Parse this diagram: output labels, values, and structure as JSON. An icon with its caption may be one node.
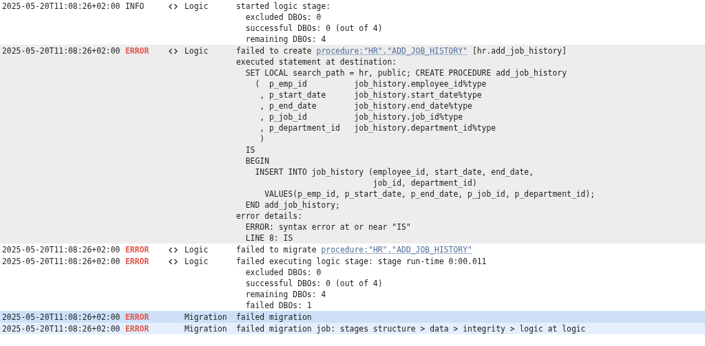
{
  "diagram": {
    "nodes": [
      {
        "text": [
          "2025-05-20T11:08:26+02:00",
          "INFO",
          "Logic",
          "started logic stage:",
          "  excluded DBOs: 0",
          "  successful DBOs: 0 (out of 4)",
          "  remaining DBOs: 4"
        ]
      },
      {
        "text": [
          "2025-05-20T11:08:26+02:00",
          "ERROR",
          "Logic",
          "failed to create ",
          "procedure:\"HR\".\"ADD_JOB_HISTORY\"",
          " [hr.add_job_history]",
          "executed statement at destination:",
          "  SET LOCAL search_path = hr, public; CREATE PROCEDURE add_job_history",
          "    (  p_emp_id          job_history.employee_id%type",
          "     , p_start_date      job_history.start_date%type",
          "     , p_end_date        job_history.end_date%type",
          "     , p_job_id          job_history.job_id%type",
          "     , p_department_id   job_history.department_id%type",
          "     )",
          "  IS",
          "  BEGIN",
          "    INSERT INTO job_history (employee_id, start_date, end_date,",
          "                             job_id, department_id)",
          "      VALUES(p_emp_id, p_start_date, p_end_date, p_job_id, p_department_id);",
          "  END add_job_history;",
          "error details:",
          "  ERROR: syntax error at or near \"IS\"",
          "  LINE 8: IS"
        ]
      },
      {
        "text": [
          "2025-05-20T11:08:26+02:00",
          "ERROR",
          "Logic",
          "failed to migrate ",
          "procedure:\"HR\".\"ADD_JOB_HISTORY\""
        ]
      },
      {
        "text": [
          "2025-05-20T11:08:26+02:00",
          "ERROR",
          "Logic",
          "failed executing logic stage: stage run-time 0:00.011",
          "  excluded DBOs: 0",
          "  successful DBOs: 0 (out of 4)",
          "  remaining DBOs: 4",
          "  failed DBOs: 1"
        ]
      },
      {
        "text": [
          "2025-05-20T11:08:26+02:00",
          "ERROR",
          "Migration",
          "failed migration"
        ]
      },
      {
        "text": [
          "2025-05-20T11:08:26+02:00",
          "ERROR",
          "Migration",
          "failed migration job: stages structure > data > integrity > logic at logic"
        ]
      }
    ]
  }
}
